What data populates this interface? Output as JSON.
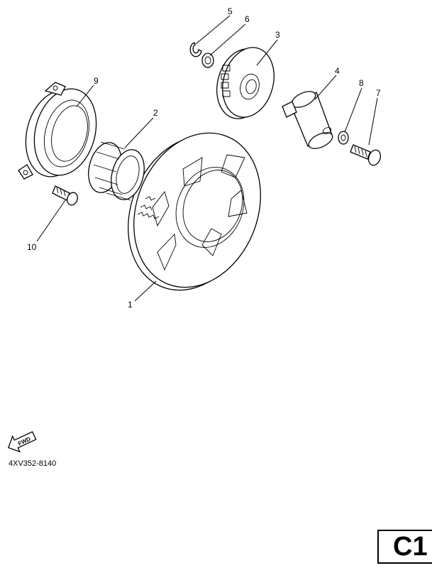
{
  "callouts": {
    "c1": "1",
    "c2": "2",
    "c3": "3",
    "c4": "4",
    "c5": "5",
    "c6": "6",
    "c7": "7",
    "c8": "8",
    "c9": "9",
    "c10": "10"
  },
  "fwd_label": "FWD",
  "diagram_code": "4XV352-8140",
  "page_ref": "C1"
}
